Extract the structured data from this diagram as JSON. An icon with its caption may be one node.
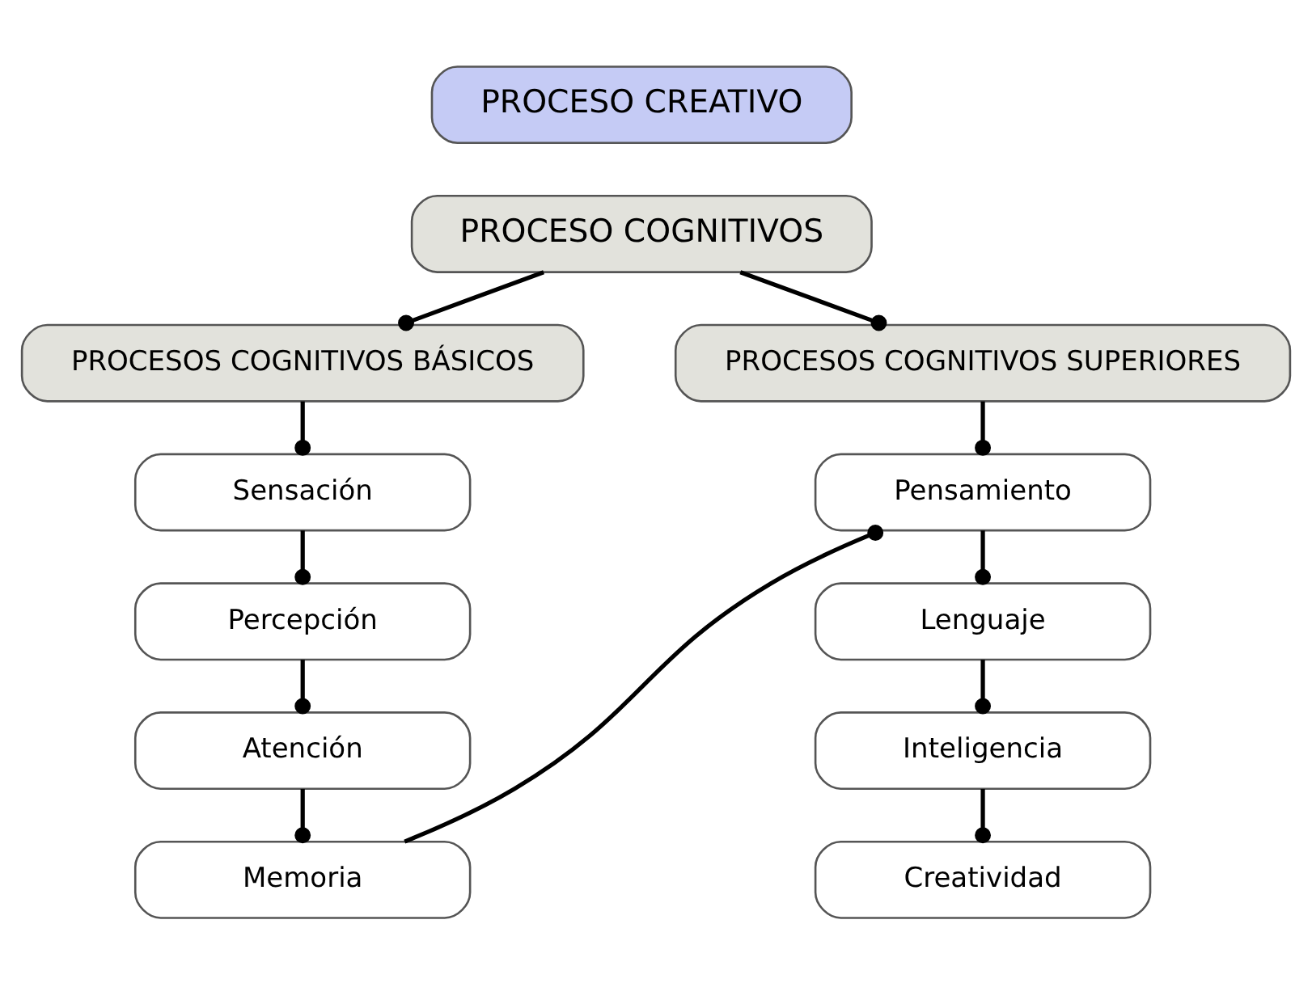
{
  "diagram": {
    "nodes": [
      {
        "text": [
          "PROCESO CREATIVO"
        ]
      },
      {
        "text": [
          "PROCESO COGNITIVOS"
        ]
      },
      {
        "text": [
          "PROCESOS COGNITIVOS BÁSICOS"
        ]
      },
      {
        "text": [
          "PROCESOS COGNITIVOS SUPERIORES"
        ]
      },
      {
        "text": [
          "Sensación"
        ]
      },
      {
        "text": [
          "Percepción"
        ]
      },
      {
        "text": [
          "Atención"
        ]
      },
      {
        "text": [
          "Memoria"
        ]
      },
      {
        "text": [
          "Pensamiento"
        ]
      },
      {
        "text": [
          "Lenguaje"
        ]
      },
      {
        "text": [
          "Inteligencia"
        ]
      },
      {
        "text": [
          "Creatividad"
        ]
      }
    ],
    "edges": [
      {
        "from": 1,
        "to": 2,
        "arrow": "other"
      },
      {
        "from": 1,
        "to": 3,
        "arrow": "other"
      },
      {
        "from": 2,
        "to": 4,
        "arrow": "other"
      },
      {
        "from": 4,
        "to": 5,
        "arrow": "other"
      },
      {
        "from": 5,
        "to": 6,
        "arrow": "other"
      },
      {
        "from": 6,
        "to": 7,
        "arrow": "other"
      },
      {
        "from": 7,
        "to": 8,
        "arrow": "other"
      },
      {
        "from": 3,
        "to": 8,
        "arrow": "other"
      },
      {
        "from": 8,
        "to": 9,
        "arrow": "other"
      },
      {
        "from": 9,
        "to": 10,
        "arrow": "other"
      },
      {
        "from": 10,
        "to": 11,
        "arrow": "other"
      }
    ]
  }
}
